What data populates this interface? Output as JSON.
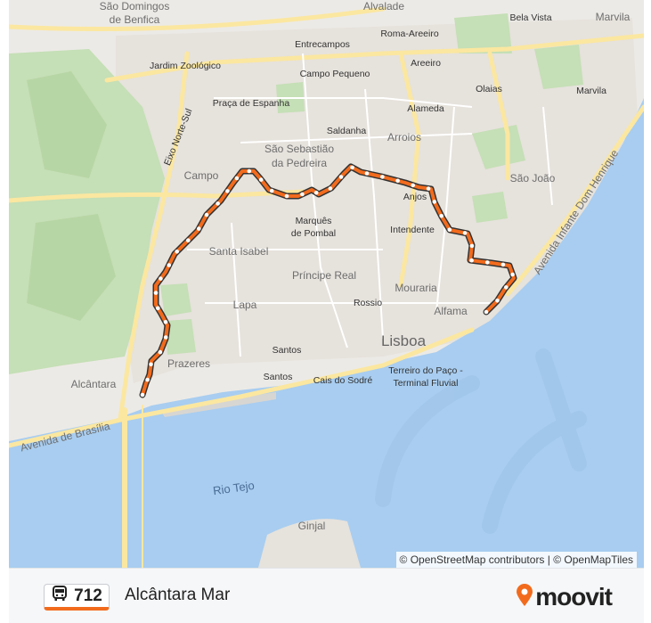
{
  "route": {
    "number": "712",
    "destination": "Alcântara Mar",
    "color": "#f26b1d"
  },
  "brand": {
    "name": "moovit",
    "pin_color": "#f26b1d"
  },
  "attribution": "© OpenStreetMap contributors | © OpenMapTiles",
  "icons": {
    "bus": "bus-icon",
    "pin": "map-pin-icon"
  },
  "map": {
    "water_color": "#a8cdf0",
    "park_color": "#c5dfb6",
    "labels": {
      "sao_domingos": "São Domingos",
      "de_benfica": "de Benfica",
      "alvalade": "Alvalade",
      "bela_vista": "Bela Vista",
      "marvila_top": "Marvila",
      "entrecampos": "Entrecampos",
      "roma_areeiro": "Roma-Areeiro",
      "jardim_zoologico": "Jardim Zoológico",
      "areeiro": "Areeiro",
      "campo_pequeno": "Campo Pequeno",
      "olaias": "Olaias",
      "marvila": "Marvila",
      "praca_espanha": "Praça de Espanha",
      "alameda": "Alameda",
      "eixo_norte_sul": "Eixo Norte-Sul",
      "saldanha": "Saldanha",
      "sao_sebastiao": "São Sebastião",
      "da_pedreira": "da Pedreira",
      "arroios": "Arroios",
      "sao_joao": "São João",
      "campo": "Campo",
      "avenida_infante": "Avenida Infante Dom Henrique",
      "anjos": "Anjos",
      "marques": "Marquês",
      "de_pombal": "de Pombal",
      "intendente": "Intendente",
      "santa_isabel": "Santa Isabel",
      "principe_real": "Príncipe Real",
      "mouraria": "Mouraria",
      "lapa": "Lapa",
      "rossio": "Rossio",
      "alfama": "Alfama",
      "lisboa": "Lisboa",
      "santos_1": "Santos",
      "prazeres": "Prazeres",
      "alcantara": "Alcântara",
      "santos_2": "Santos",
      "cais_sodre": "Cais do Sodré",
      "terreiro": "Terreiro do Paço -",
      "terminal": "Terminal Fluvial",
      "avenida_brasilia": "Avenida de Brasília",
      "rio_tejo": "Rio Tejo",
      "ginjal": "Ginjal"
    }
  }
}
